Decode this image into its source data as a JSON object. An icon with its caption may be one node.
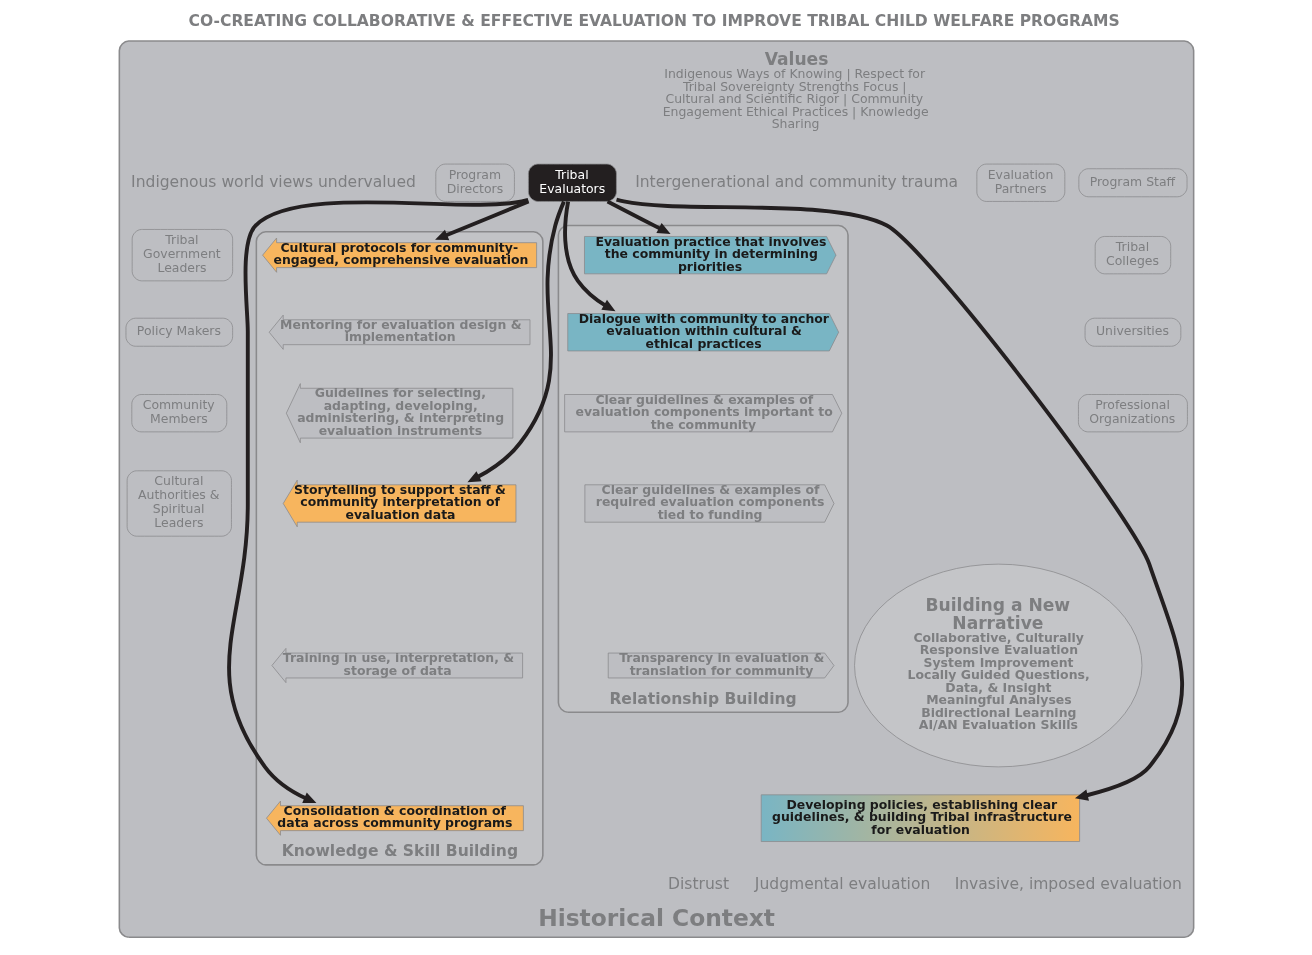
{
  "diagram": {
    "title": "CO-CREATING COLLABORATIVE & EFFECTIVE EVALUATION TO IMPROVE TRIBAL CHILD WELFARE PROGRAMS",
    "nodes": [
      {
        "text": [
          "Historical Context"
        ]
      },
      {
        "text": [
          "Values",
          "Indigenous Ways of Knowing | Respect for Tribal Sovereignty Strengths Focus | Cultural and Scientific Rigor | Community Engagement Ethical Practices | Knowledge Sharing"
        ],
        "in": 0
      },
      {
        "text": [
          "Program Directors"
        ],
        "in": 0
      },
      {
        "text": [
          "Tribal Evaluators"
        ],
        "in": 0
      },
      {
        "text": [
          "Evaluation Partners"
        ],
        "in": 0
      },
      {
        "text": [
          "Program Staff"
        ],
        "in": 0
      },
      {
        "text": [
          "Tribal Government Leaders"
        ],
        "in": 0
      },
      {
        "text": [
          "Policy Makers"
        ],
        "in": 0
      },
      {
        "text": [
          "Community Members"
        ],
        "in": 0
      },
      {
        "text": [
          "Cultural Authorities & Spiritual Leaders"
        ],
        "in": 0
      },
      {
        "text": [
          "Tribal Colleges"
        ],
        "in": 0
      },
      {
        "text": [
          "Universities"
        ],
        "in": 0
      },
      {
        "text": [
          "Professional Organizations"
        ],
        "in": 0
      },
      {
        "text": [
          "Relationship Building"
        ],
        "in": 0
      },
      {
        "text": [
          "Evaluation practice that involves the community in determining priorities"
        ],
        "in": 13
      },
      {
        "text": [
          "Dialogue with community to anchor evaluation within cultural & ethical practices"
        ],
        "in": 13
      },
      {
        "text": [
          "Clear guidelines & examples of evaluation components important to the community"
        ],
        "in": 13
      },
      {
        "text": [
          "Clear guidelines & examples of required evaluation components tied to funding"
        ],
        "in": 13
      },
      {
        "text": [
          "Transparency in evaluation & translation for community"
        ],
        "in": 13
      },
      {
        "text": [
          "Knowledge & Skill Building"
        ],
        "in": 0
      },
      {
        "text": [
          "Cultural protocols for community-engaged, comprehensive evaluation"
        ],
        "in": 19
      },
      {
        "text": [
          "Mentoring for evaluation design & implementation"
        ],
        "in": 19
      },
      {
        "text": [
          "Guidelines for selecting, adapting, developing, administering, & interpreting evaluation instruments"
        ],
        "in": 19
      },
      {
        "text": [
          "Storytelling to support staff & community interpretation of evaluation data"
        ],
        "in": 19
      },
      {
        "text": [
          "Training in use, interpretation, & storage of data"
        ],
        "in": 19
      },
      {
        "text": [
          "Consolidation & coordination of data across community programs"
        ],
        "in": 19
      },
      {
        "text": [
          "Building a New Narrative",
          "Collaborative, Culturally Responsive Evaluation",
          "System Improvement",
          "Locally Guided Questions, Data, & Insight",
          "Meaningful Analyses",
          "Bidirectional Learning",
          "AI/AN Evaluation Skills"
        ],
        "in": 0
      },
      {
        "text": [
          "Developing policies, establishing clear guidelines, & building Tribal infrastructure for evaluation"
        ],
        "in": 0
      }
    ],
    "edges": [
      {
        "from": 3,
        "to": 20,
        "arrow": "to"
      },
      {
        "from": 3,
        "to": 23,
        "arrow": "to"
      },
      {
        "from": 3,
        "to": 25,
        "arrow": "to"
      },
      {
        "from": 3,
        "to": 14,
        "arrow": "to"
      },
      {
        "from": 3,
        "to": 15,
        "arrow": "to"
      },
      {
        "from": 3,
        "to": 27,
        "arrow": "to"
      }
    ],
    "labels": [
      "Indigenous world views undervalued",
      "Intergenerational and community trauma",
      "Distrust",
      "Judgmental evaluation",
      "Invasive, imposed evaluation"
    ]
  }
}
